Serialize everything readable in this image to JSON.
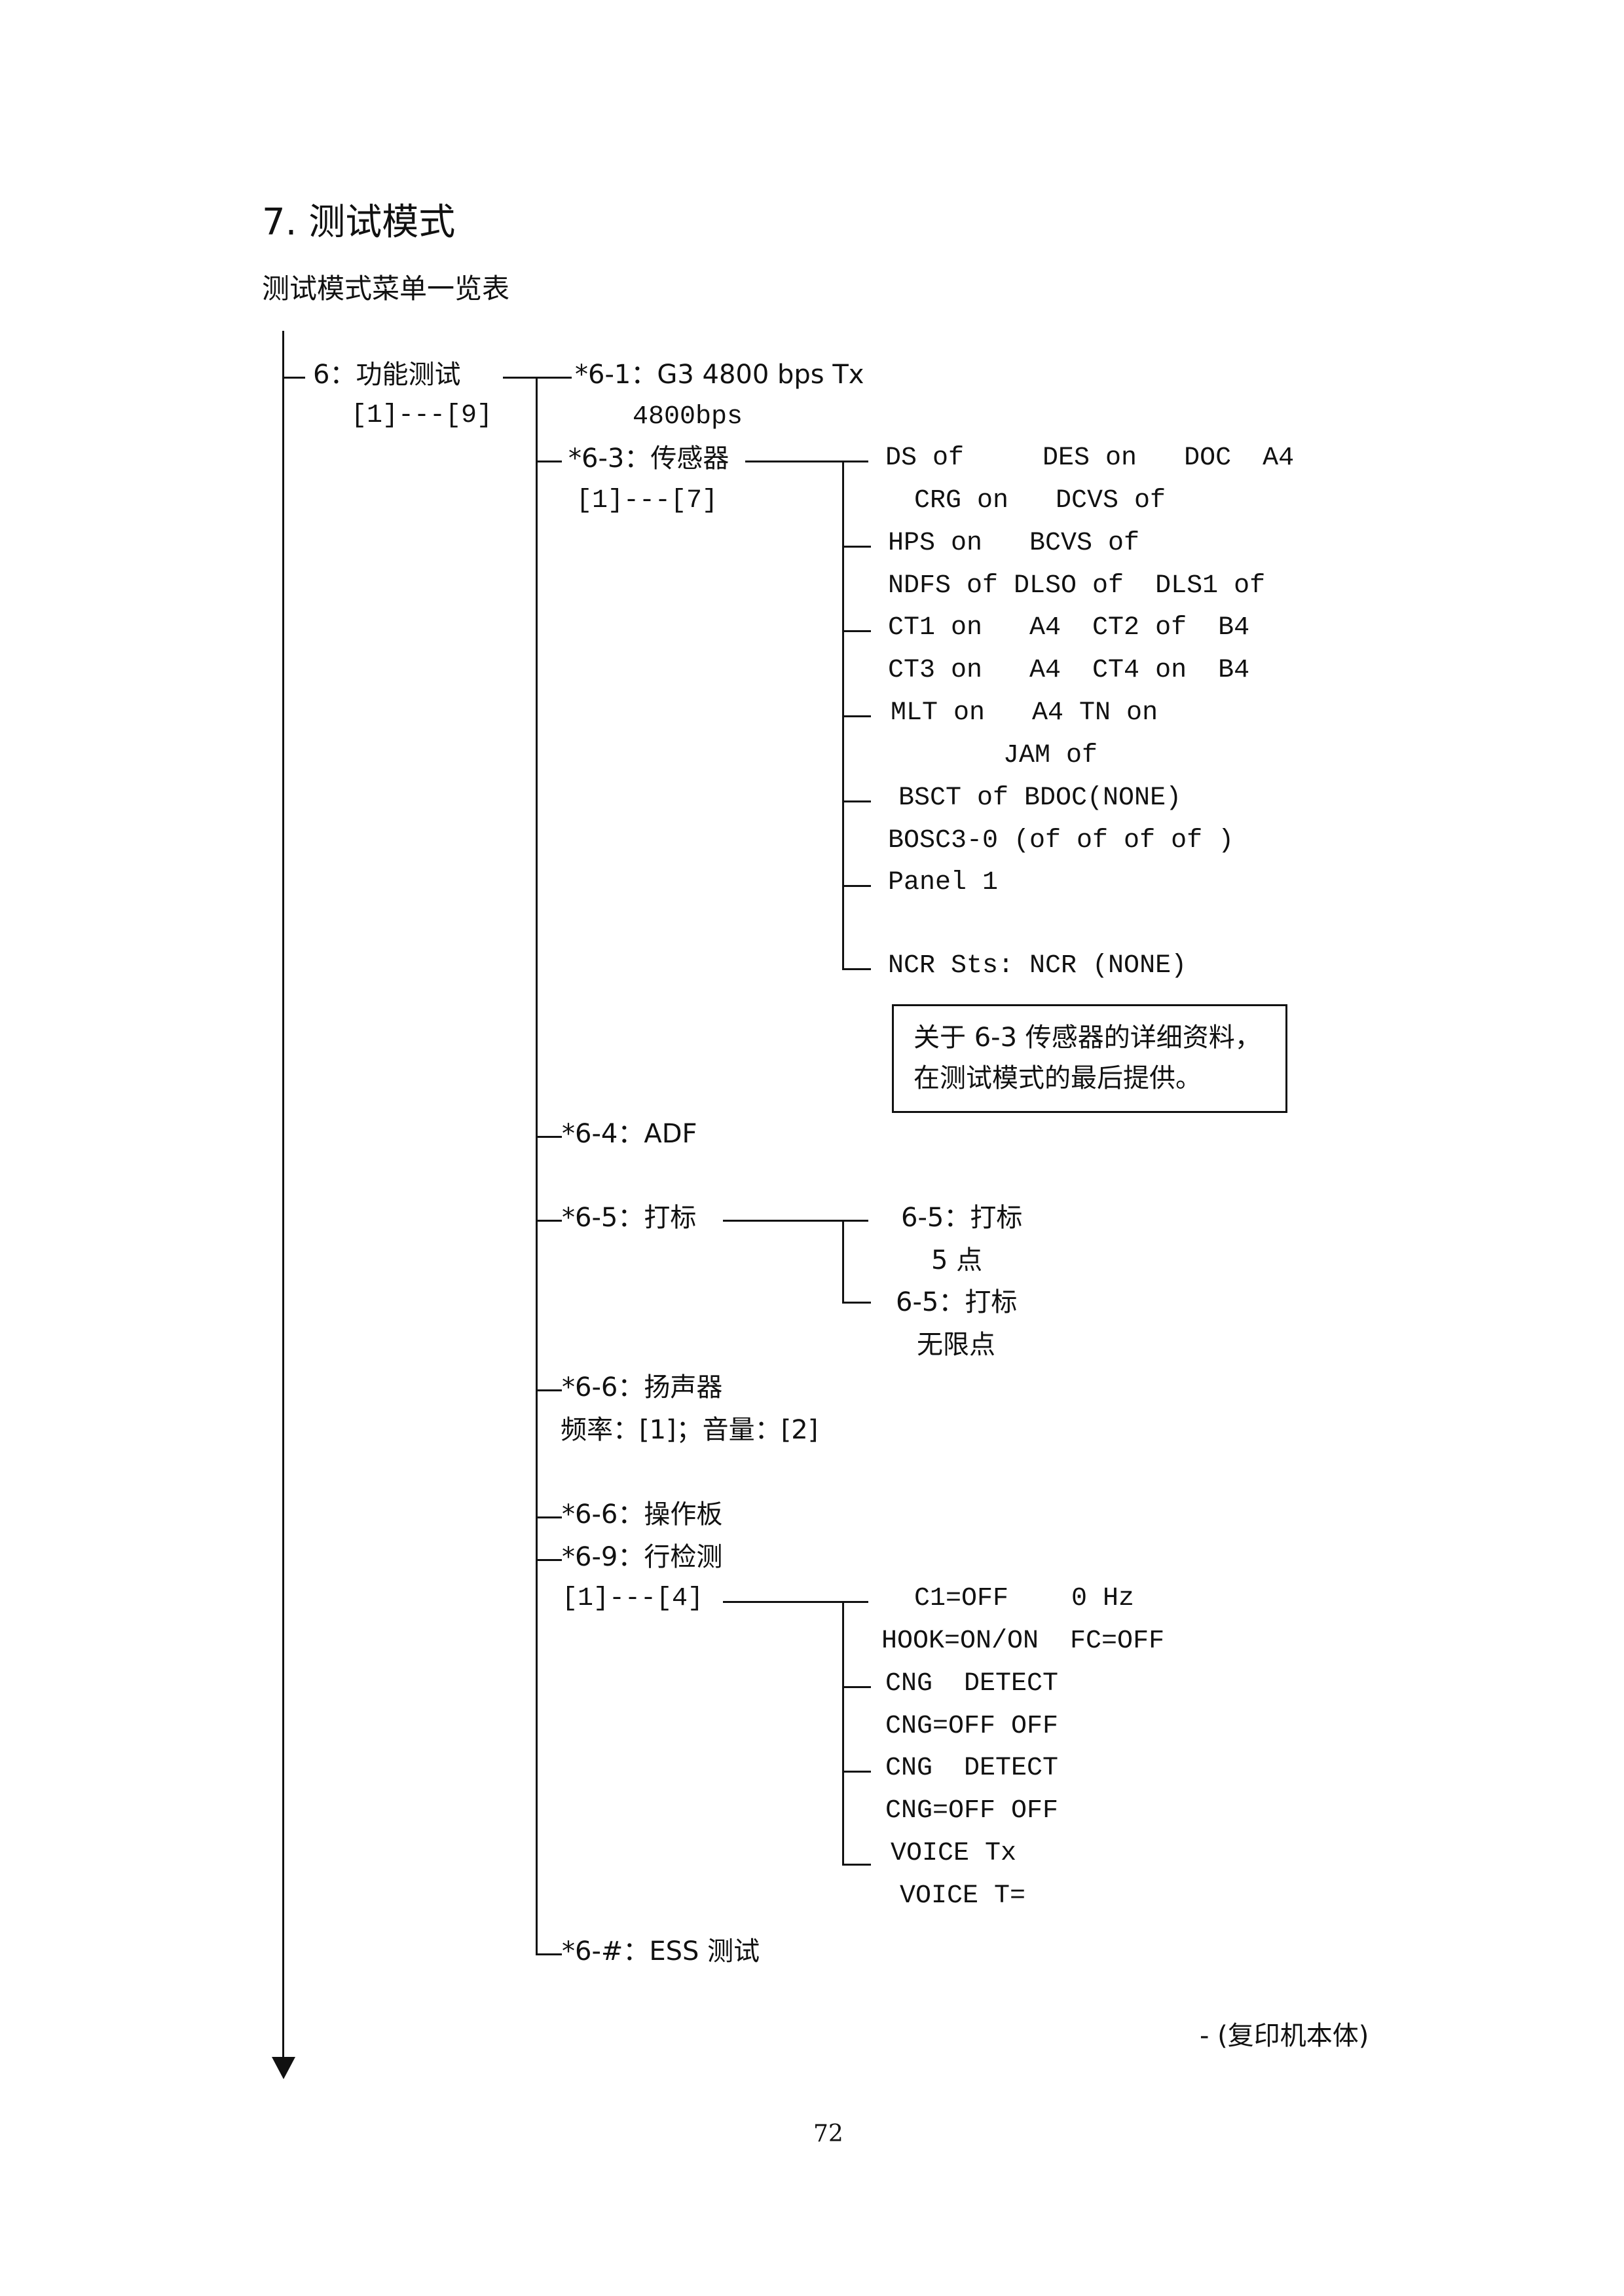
{
  "section": {
    "title": "7. 测试模式",
    "subtitle": "测试模式菜单一览表"
  },
  "root": {
    "label": "6：功能测试",
    "range": "[1]---[9]"
  },
  "items": {
    "i61": {
      "line1": "*6-1：G3 4800 bps Tx",
      "line2": "4800bps"
    },
    "i63": {
      "label": "*6-3：传感器",
      "range": "[1]---[7]",
      "sub": [
        "DS of     DES on   DOC  A4",
        "CRG on   DCVS of",
        "HPS on   BCVS of",
        "NDFS of DLSO of  DLS1 of",
        "CT1 on   A4  CT2 of  B4",
        "CT3 on   A4  CT4 on  B4",
        "MLT on   A4 TN on",
        "JAM of",
        "BSCT of BDOC(NONE)",
        "BOSC3-0 (of of of of )",
        "Panel 1",
        "NCR Sts: NCR (NONE)"
      ],
      "note": [
        "关于 6-3 传感器的详细资料，",
        "在测试模式的最后提供。"
      ]
    },
    "i64": {
      "label": "*6-4：ADF"
    },
    "i65": {
      "label": "*6-5：打标",
      "sub": [
        "6-5：打标",
        "5 点",
        "6-5：打标",
        "无限点"
      ]
    },
    "i66a": {
      "label": "*6-6：扬声器",
      "line2": "频率：[1]；音量：[2]"
    },
    "i66b": {
      "label": "*6-6：操作板"
    },
    "i69": {
      "label": "*6-9：行检测",
      "range": "[1]---[4]",
      "sub": [
        "C1=OFF    0 Hz",
        "HOOK=ON/ON  FC=OFF",
        "CNG  DETECT",
        "CNG=OFF OFF",
        "CNG  DETECT",
        "CNG=OFF OFF",
        "VOICE Tx",
        "VOICE T="
      ]
    },
    "i6h": {
      "label": "*6-#：ESS 测试"
    }
  },
  "footer": {
    "caption": "- (复印机本体)",
    "page_number": "72"
  }
}
